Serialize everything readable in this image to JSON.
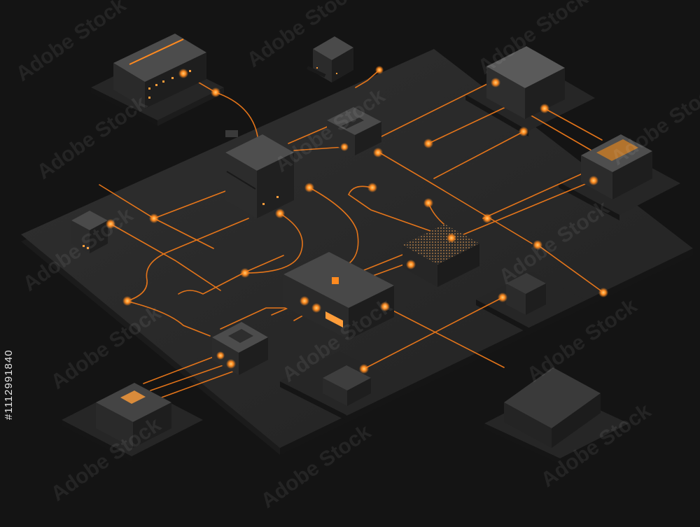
{
  "watermark": {
    "text": "Adobe Stock"
  },
  "stock_id": "#1112991840",
  "colors": {
    "background": "#141414",
    "board": "#2a2a2a",
    "board_edge": "#1c1c1c",
    "device_top": "#4a4a4a",
    "device_left": "#2b2b2b",
    "device_right": "#1f1f1f",
    "wire": "#f07a1a",
    "node": "#ff8a1f"
  },
  "devices": [
    {
      "name": "server-rack-top-left"
    },
    {
      "name": "router-top-center"
    },
    {
      "name": "server-top-right"
    },
    {
      "name": "network-box-center-top"
    },
    {
      "name": "server-main-left"
    },
    {
      "name": "module-left"
    },
    {
      "name": "processor-chip-center-right"
    },
    {
      "name": "display-unit-right"
    },
    {
      "name": "hub-central"
    },
    {
      "name": "small-cube-right"
    },
    {
      "name": "switch-lower-left"
    },
    {
      "name": "cpu-module-bottom-left"
    },
    {
      "name": "block-bottom-center"
    },
    {
      "name": "storage-unit-bottom-right"
    }
  ]
}
